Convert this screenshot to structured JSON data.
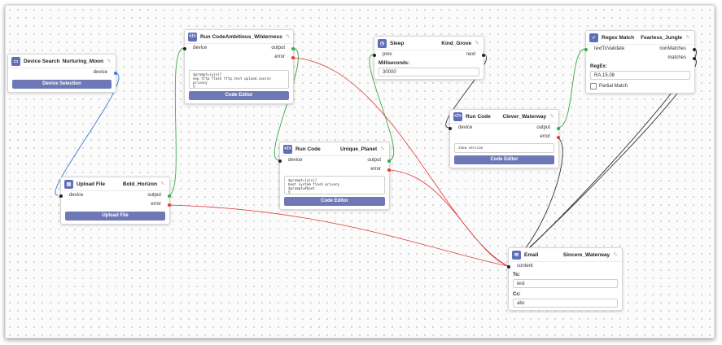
{
  "nodes": {
    "device_search": {
      "type": "Device Search",
      "name": "Nurturing_Moon",
      "output": "device",
      "button": "Device Selection"
    },
    "run_code_1": {
      "type": "Run Code",
      "name": "Ambitious_Wilderness",
      "input": "device",
      "output": "output",
      "error": "error",
      "code": "$prompt=(y|n)?\nexp tftp flash tftp.test upload.source\nprivacy\ny",
      "button": "Code Editor"
    },
    "upload_file": {
      "type": "Upload File",
      "name": "Bold_Horizon",
      "input": "device",
      "output": "output",
      "error": "error",
      "button": "Upload File"
    },
    "run_code_2": {
      "type": "Run Code",
      "name": "Unique_Planet",
      "input": "device",
      "output": "output",
      "error": "error",
      "code": "$prompt=(y|n)?\nboot system flash privacy\n$prompt=#boot\ny",
      "button": "Code Editor"
    },
    "sleep": {
      "type": "Sleep",
      "name": "Kind_Grove",
      "input": "prev",
      "output": "next",
      "field_label": "Milliseconds:",
      "field_value": "30000"
    },
    "run_code_3": {
      "type": "Run Code",
      "name": "Clever_Waterway",
      "input": "device",
      "output": "output",
      "error": "error",
      "code": "show version",
      "button": "Code Editor"
    },
    "regex_match": {
      "type": "Regex Match",
      "name": "Fearless_Jungle",
      "input": "textToValidate",
      "output_nonmatch": "nonMatches",
      "output_match": "matches",
      "field_label": "RegEx:",
      "field_value": "RA.15.08",
      "checkbox_label": "Partial Match"
    },
    "email": {
      "type": "Email",
      "name": "Sincere_Waterway",
      "input": "content",
      "to_label": "To:",
      "to_value": "test",
      "cc_label": "Cc:",
      "cc_value": "abc"
    }
  },
  "colors": {
    "canvas_bg": "#fbfbfb",
    "node_icon": "#5f6fb8",
    "button": "#6e78b6",
    "wire_success": "#3aa845",
    "wire_error": "#e03a3a",
    "wire_device": "#3a7ad8",
    "wire_default": "#333333"
  },
  "icons": {
    "device_search": "monitor-icon",
    "run_code": "code-brackets-icon",
    "upload_file": "folder-icon",
    "sleep": "clock-icon",
    "regex_match": "check-circle-icon",
    "email": "envelope-icon",
    "edit": "pencil-icon"
  }
}
